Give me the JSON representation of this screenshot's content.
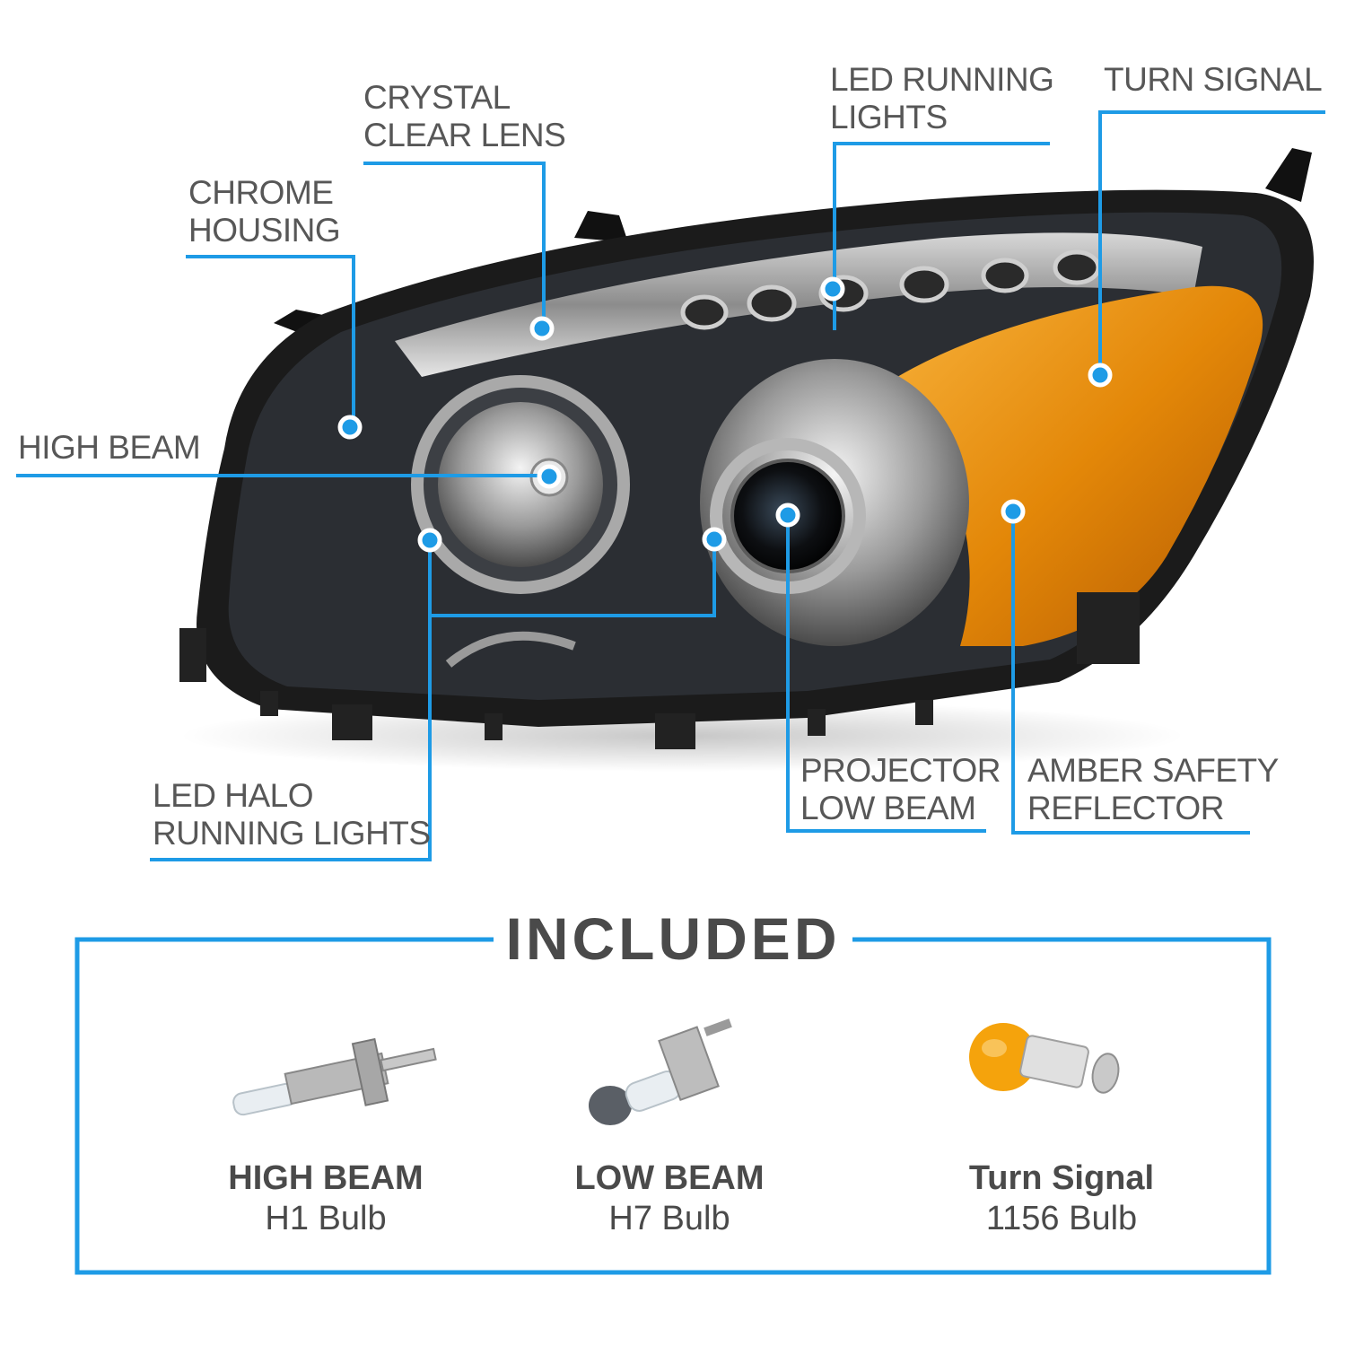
{
  "callouts": {
    "crystal_clear_lens": [
      "CRYSTAL",
      "CLEAR LENS"
    ],
    "chrome_housing": [
      "CHROME",
      "HOUSING"
    ],
    "led_running_lights": [
      "LED RUNNING",
      "LIGHTS"
    ],
    "turn_signal": [
      "TURN SIGNAL"
    ],
    "high_beam": [
      "HIGH BEAM"
    ],
    "led_halo_running_lights": [
      "LED HALO",
      "RUNNING LIGHTS"
    ],
    "projector_low_beam": [
      "PROJECTOR",
      "LOW BEAM"
    ],
    "amber_safety_reflector": [
      "AMBER SAFETY",
      "REFLECTOR"
    ]
  },
  "included": {
    "title": "INCLUDED",
    "bulbs": [
      {
        "name": "HIGH BEAM",
        "type": "H1 Bulb",
        "icon": "h1-bulb-icon"
      },
      {
        "name": "LOW BEAM",
        "type": "H7 Bulb",
        "icon": "h7-bulb-icon"
      },
      {
        "name": "Turn Signal",
        "type": "1156 Bulb",
        "icon": "1156-bulb-icon"
      }
    ]
  },
  "colors": {
    "callout_line": "#1e9be6",
    "amber": "#e8920f",
    "housing": "#1b1b1b",
    "text": "#575757"
  }
}
